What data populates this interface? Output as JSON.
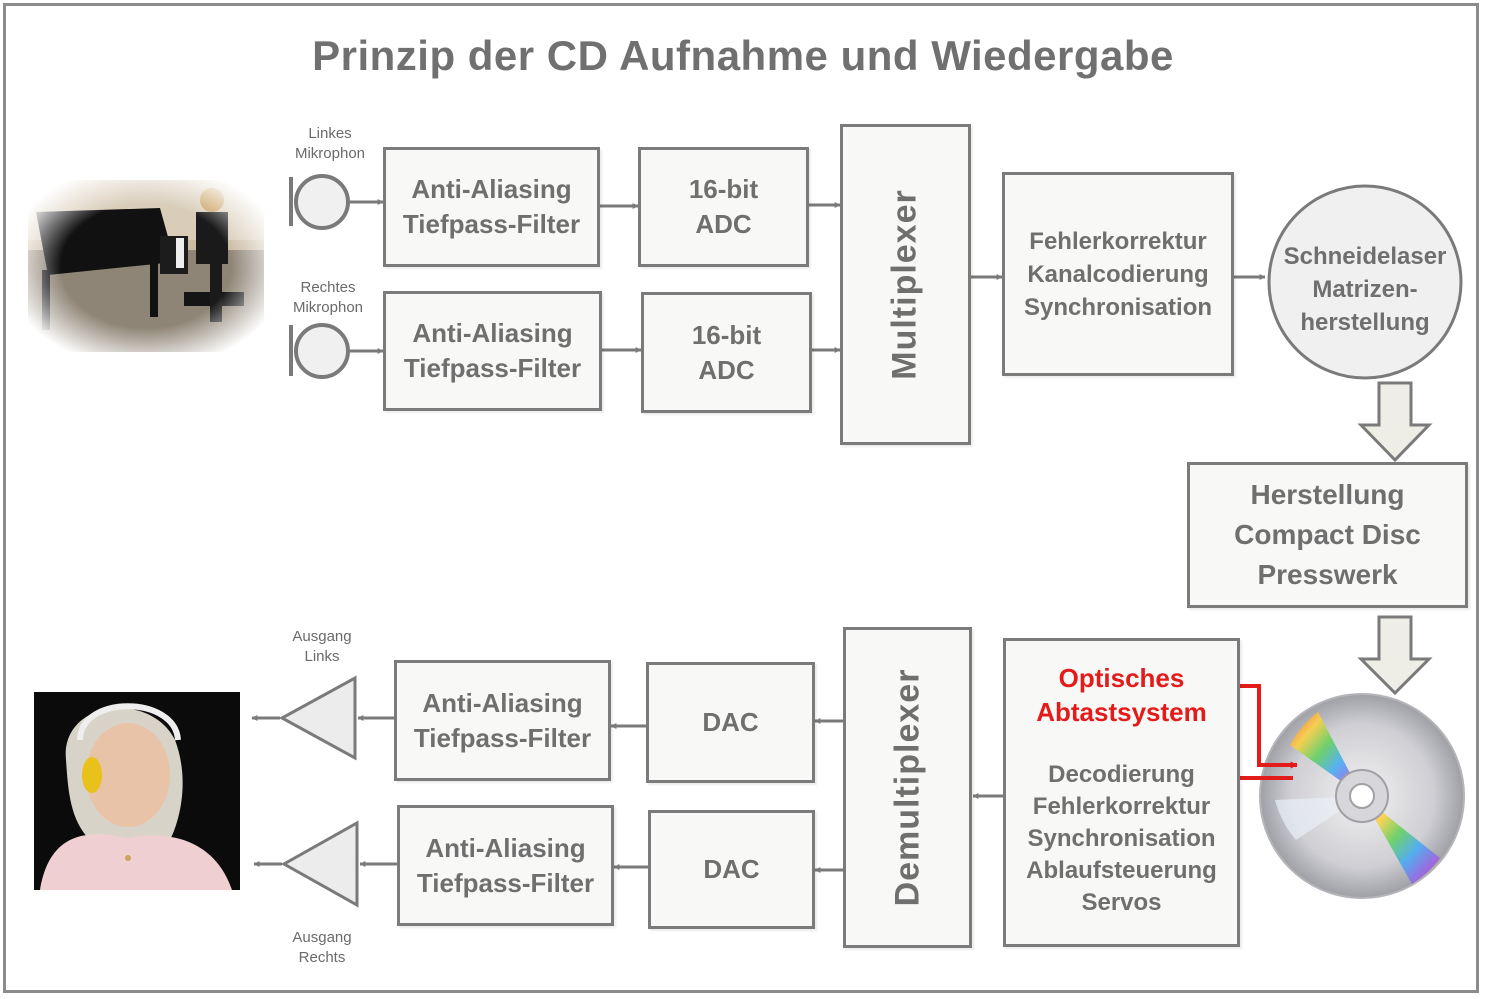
{
  "title": "Prinzip der CD Aufnahme und Wiedergabe",
  "recording": {
    "mic_left_label": [
      "Linkes",
      "Mikrophon"
    ],
    "mic_right_label": [
      "Rechtes",
      "Mikrophon"
    ],
    "filter_left": [
      "Anti-Aliasing",
      "Tiefpass-Filter"
    ],
    "filter_right": [
      "Anti-Aliasing",
      "Tiefpass-Filter"
    ],
    "adc_left": [
      "16-bit",
      "ADC"
    ],
    "adc_right": [
      "16-bit",
      "ADC"
    ],
    "multiplexer": "Multiplexer",
    "coding": [
      "Fehlerkorrektur",
      "Kanalcodierung",
      "Synchronisation"
    ],
    "laser": [
      "Schneidelaser",
      "Matrizen-",
      "herstellung"
    ],
    "pressing": [
      "Herstellung",
      "Compact Disc",
      "Presswerk"
    ]
  },
  "playback": {
    "optical": [
      "Optisches",
      "Abtastsystem"
    ],
    "decoding": [
      "Decodierung",
      "Fehlerkorrektur",
      "Synchronisation",
      "Ablaufsteuerung",
      "Servos"
    ],
    "demultiplexer": "Demultiplexer",
    "dac_left": "DAC",
    "dac_right": "DAC",
    "filter_left": [
      "Anti-Aliasing",
      "Tiefpass-Filter"
    ],
    "filter_right": [
      "Anti-Aliasing",
      "Tiefpass-Filter"
    ],
    "out_left_label": [
      "Ausgang",
      "Links"
    ],
    "out_right_label": [
      "Ausgang",
      "Rechts"
    ]
  },
  "colors": {
    "box_border": "#7b7b7b",
    "text": "#6f6f6f",
    "arrow": "#7a7a7a",
    "highlight": "#e31b1b"
  },
  "icons": {
    "microphone": "microphone-icon",
    "amplifier": "amplifier-triangle-icon",
    "disc": "compact-disc-icon"
  }
}
